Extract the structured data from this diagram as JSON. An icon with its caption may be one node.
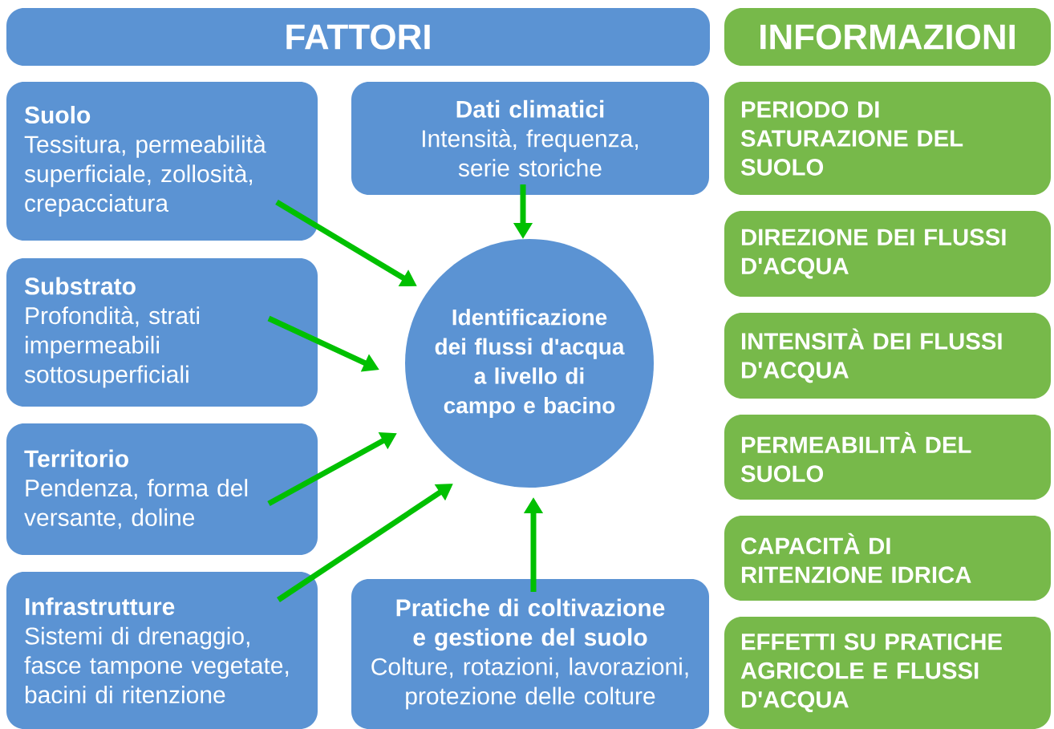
{
  "diagram": {
    "nodes": [
      {
        "text": [
          "FATTORI"
        ]
      },
      {
        "text": [
          "INFORMAZIONI"
        ]
      },
      {
        "text": [
          "Suolo",
          "Tessitura, permeabilità superficiale, zollosità, crepacciatura"
        ]
      },
      {
        "text": [
          "Dati climatici",
          "Intensità, frequenza, serie storiche"
        ]
      },
      {
        "text": [
          "Substrato",
          "Profondità, strati impermeabili sottosuperficiali"
        ]
      },
      {
        "text": [
          "Identificazione dei flussi d'acqua a livello di campo e bacino"
        ]
      },
      {
        "text": [
          "Territorio",
          "Pendenza, forma del versante, doline"
        ]
      },
      {
        "text": [
          "Infrastrutture",
          "Sistemi di drenaggio, fasce tampone vegetate, bacini di ritenzione"
        ]
      },
      {
        "text": [
          "Pratiche di coltivazione e gestione del suolo",
          "Colture, rotazioni, lavorazioni, protezione delle colture"
        ]
      },
      {
        "text": [
          "PERIODO DI SATURAZIONE DEL SUOLO"
        ]
      },
      {
        "text": [
          "DIREZIONE DEI FLUSSI D'ACQUA"
        ]
      },
      {
        "text": [
          "INTENSITÀ DEI FLUSSI D'ACQUA"
        ]
      },
      {
        "text": [
          "PERMEABILITÀ DEL SUOLO"
        ]
      },
      {
        "text": [
          "CAPACITÀ DI RITENZIONE IDRICA"
        ]
      },
      {
        "text": [
          "EFFETTI SU PRATICHE AGRICOLE E FLUSSI D'ACQUA"
        ]
      }
    ],
    "edges": [
      {
        "from": 2,
        "to": 5,
        "arrow": "to"
      },
      {
        "from": 3,
        "to": 5,
        "arrow": "to"
      },
      {
        "from": 4,
        "to": 5,
        "arrow": "to"
      },
      {
        "from": 6,
        "to": 5,
        "arrow": "to"
      },
      {
        "from": 7,
        "to": 5,
        "arrow": "to"
      },
      {
        "from": 8,
        "to": 5,
        "arrow": "to"
      }
    ]
  }
}
